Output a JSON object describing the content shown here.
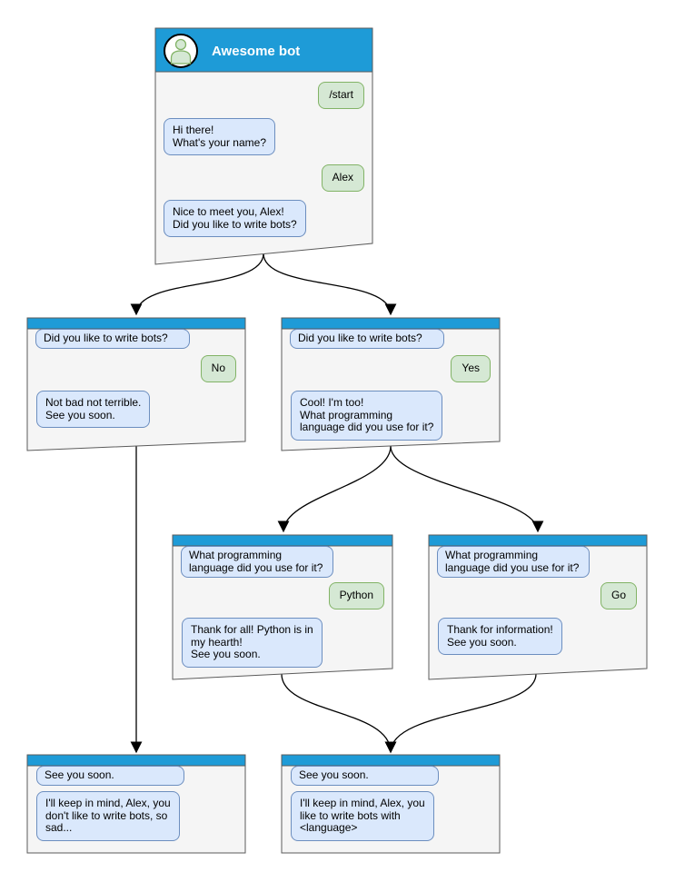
{
  "colors": {
    "header_blue": "#1e9bd7",
    "window_bg": "#f5f5f5",
    "window_border": "#5b5b5b",
    "bot_bubble_bg": "#dae8fc",
    "bot_bubble_border": "#6c8ebf",
    "user_bubble_bg": "#d5e8d4",
    "user_bubble_border": "#82b366"
  },
  "windows": {
    "main": {
      "title": "Awesome bot",
      "avatar_icon": "person-icon",
      "messages": [
        {
          "from": "user",
          "text": "/start"
        },
        {
          "from": "bot",
          "text": "Hi there!\nWhat's your name?"
        },
        {
          "from": "user",
          "text": "Alex"
        },
        {
          "from": "bot",
          "text": "Nice to meet you, Alex!\nDid you like to write bots?"
        }
      ]
    },
    "branch_no": {
      "messages": [
        {
          "from": "bot",
          "text": "Did you like to write bots?"
        },
        {
          "from": "user",
          "text": "No"
        },
        {
          "from": "bot",
          "text": "Not bad not terrible.\nSee you soon."
        }
      ]
    },
    "branch_yes": {
      "messages": [
        {
          "from": "bot",
          "text": "Did you like to write bots?"
        },
        {
          "from": "user",
          "text": "Yes"
        },
        {
          "from": "bot",
          "text": "Cool! I'm too!\nWhat programming\nlanguage did you use for it?"
        }
      ]
    },
    "lang_python": {
      "messages": [
        {
          "from": "bot",
          "text": "What programming\nlanguage did you use for it?"
        },
        {
          "from": "user",
          "text": "Python"
        },
        {
          "from": "bot",
          "text": "Thank for all! Python is in\nmy hearth!\nSee you soon."
        }
      ]
    },
    "lang_go": {
      "messages": [
        {
          "from": "bot",
          "text": "What programming\nlanguage did you use for it?"
        },
        {
          "from": "user",
          "text": "Go"
        },
        {
          "from": "bot",
          "text": "Thank for information!\nSee you soon."
        }
      ]
    },
    "end_no": {
      "messages": [
        {
          "from": "bot",
          "text": "See you soon."
        },
        {
          "from": "bot",
          "text": "I'll keep in mind, Alex, you\ndon't like to write bots, so\nsad..."
        }
      ]
    },
    "end_yes": {
      "messages": [
        {
          "from": "bot",
          "text": "See you soon."
        },
        {
          "from": "bot",
          "text": "I'll keep in mind, Alex, you\nlike to write bots with\n<language>"
        }
      ]
    }
  },
  "edges": [
    {
      "from": "main",
      "to": "branch_no"
    },
    {
      "from": "main",
      "to": "branch_yes"
    },
    {
      "from": "branch_yes",
      "to": "lang_python"
    },
    {
      "from": "branch_yes",
      "to": "lang_go"
    },
    {
      "from": "branch_no",
      "to": "end_no"
    },
    {
      "from": "lang_python",
      "to": "end_yes"
    },
    {
      "from": "lang_go",
      "to": "end_yes"
    }
  ]
}
